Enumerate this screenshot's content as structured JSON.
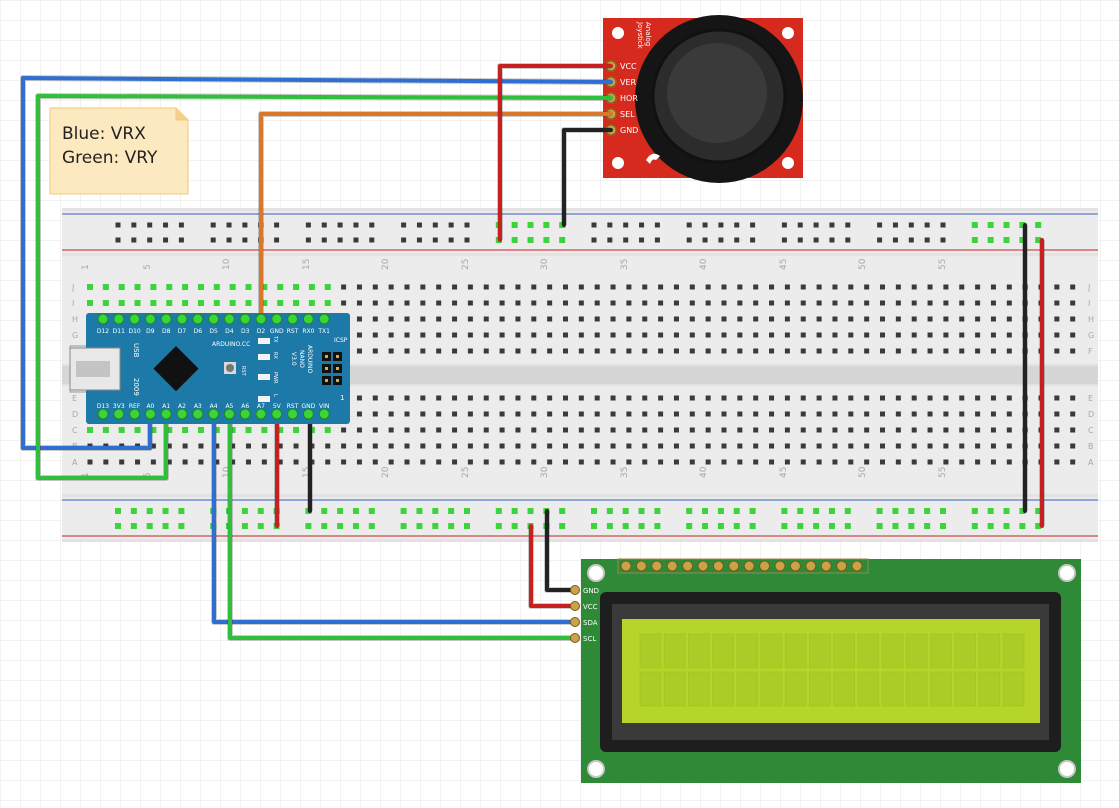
{
  "note": {
    "line1": "Blue: VRX",
    "line2": "Green: VRY"
  },
  "joystick": {
    "title_lines": [
      "Analog",
      "Joystick"
    ],
    "pins": [
      "VCC",
      "VER",
      "HOR",
      "SEL",
      "GND"
    ]
  },
  "arduino": {
    "top_pins": [
      "D12",
      "D11",
      "D10",
      "D9",
      "D8",
      "D7",
      "D6",
      "D5",
      "D4",
      "D3",
      "D2",
      "GND",
      "RST",
      "RX0",
      "TX1"
    ],
    "bottom_pins": [
      "D13",
      "3V3",
      "REF",
      "A0",
      "A1",
      "A2",
      "A3",
      "A4",
      "A5",
      "A6",
      "A7",
      "5V",
      "RST",
      "GND",
      "VIN"
    ],
    "brand": "ARDUINO.CC",
    "model_lines": [
      "ARDUINO",
      "NANO",
      "V3.0"
    ],
    "usb": "USB",
    "year": "2009",
    "rst": "RST",
    "icsp": "ICSP",
    "led_labels": [
      "TX",
      "RX",
      "PWR",
      "L"
    ],
    "one": "1"
  },
  "lcd": {
    "pins": [
      "GND",
      "VCC",
      "SDA",
      "SCL"
    ]
  },
  "breadboard": {
    "column_numbers": [
      "1",
      "5",
      "10",
      "15",
      "20",
      "25",
      "30",
      "35",
      "40",
      "45",
      "50",
      "55"
    ],
    "row_letters_top": [
      "J",
      "I",
      "H",
      "G",
      "F"
    ],
    "row_letters_bottom": [
      "E",
      "D",
      "C",
      "B",
      "A"
    ]
  },
  "colors": {
    "wire_blue": "#2f6fd1",
    "wire_green": "#2fbf3a",
    "wire_red": "#c8201e",
    "wire_black": "#222222",
    "wire_orange": "#d9772b",
    "arduino_board": "#1c79a8",
    "joystick_board": "#d52a1d",
    "lcd_board": "#2f8a38",
    "lcd_screen": "#b5d52a",
    "note_bg": "#fde9c0"
  }
}
